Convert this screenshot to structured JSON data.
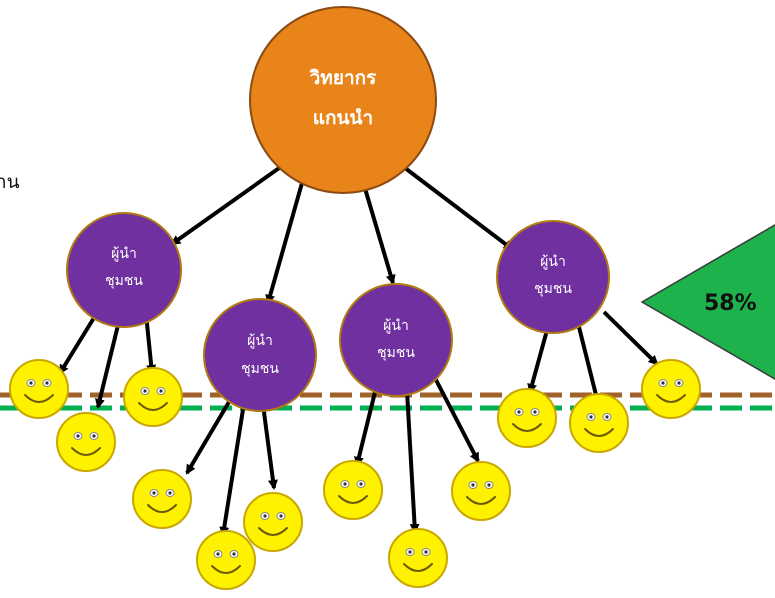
{
  "colors": {
    "root_fill": "#e8841a",
    "root_stroke": "#8a4a10",
    "leader_fill": "#7030a0",
    "leader_stroke": "#b07a10",
    "face_fill": "#fff200",
    "face_stroke": "#c8a800",
    "line_brown": "#a0612a",
    "line_green": "#00b050",
    "triangle_fill": "#1db24b",
    "arrow": "#000000"
  },
  "side_text": "้าน",
  "root": {
    "line1": "วิทยากร",
    "line2": "แกนนำ"
  },
  "leaders": [
    {
      "line1": "ผู้นำ",
      "line2": "ชุมชน"
    },
    {
      "line1": "ผู้นำ",
      "line2": "ชุมชน"
    },
    {
      "line1": "ผู้นำ",
      "line2": "ชุมชน"
    },
    {
      "line1": "ผู้นำ",
      "line2": "ชุมชน"
    }
  ],
  "percentage": "58%"
}
